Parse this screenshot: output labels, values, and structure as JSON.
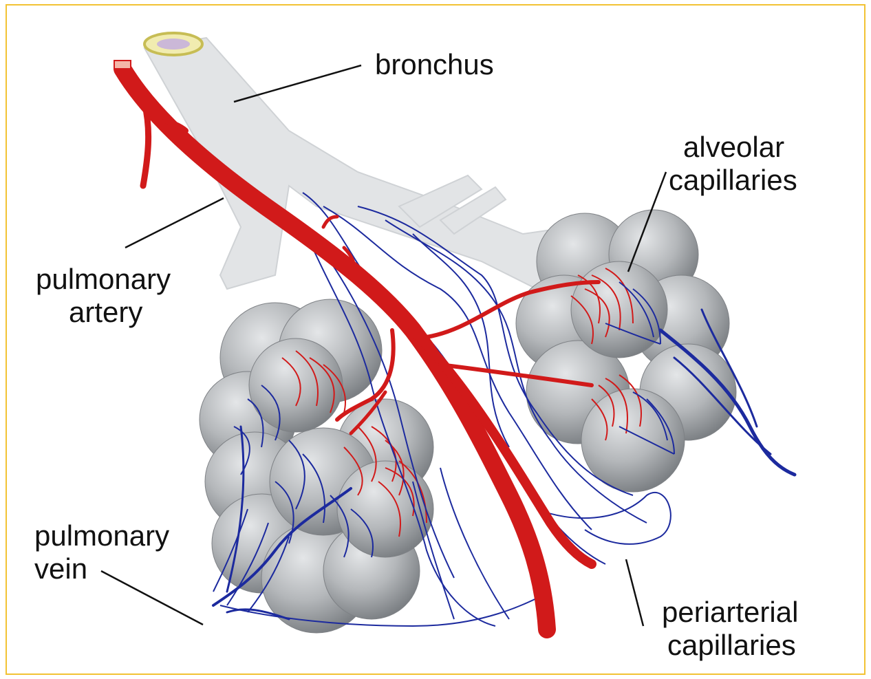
{
  "labels": {
    "bronchus": "bronchus",
    "alveolar_1": "alveolar",
    "alveolar_2": "capillaries",
    "pulmonary_artery_1": "pulmonary",
    "pulmonary_artery_2": "artery",
    "pulmonary_vein_1": "pulmonary",
    "pulmonary_vein_2": "vein",
    "periarterial_1": "periarterial",
    "periarterial_2": "capillaries"
  },
  "colors": {
    "frame": "#f2c233",
    "artery": "#d11a1a",
    "vein": "#1c2a9e",
    "alveolus": "#a9acaf",
    "bronchus": "#e2e4e6"
  }
}
